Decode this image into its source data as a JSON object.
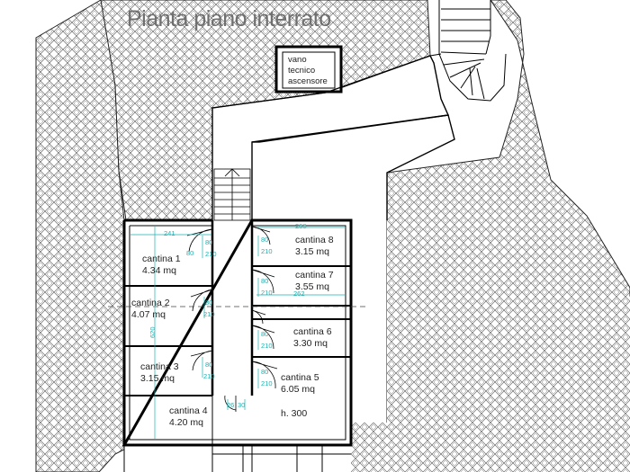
{
  "title": "Pianta piano interrato",
  "elevator": {
    "l1": "vano",
    "l2": "tecnico",
    "l3": "ascensore"
  },
  "rooms": [
    {
      "name": "cantina 1",
      "area": "4.34 mq"
    },
    {
      "name": "cantina 2",
      "area": "4.07 mq"
    },
    {
      "name": "cantina 3",
      "area": "3.15 mq"
    },
    {
      "name": "cantina 4",
      "area": "4.20 mq"
    },
    {
      "name": "cantina 5",
      "area": "6.05 mq"
    },
    {
      "name": "cantina 6",
      "area": "3.30 mq"
    },
    {
      "name": "cantina 7",
      "area": "3.55 mq"
    },
    {
      "name": "cantina 8",
      "area": "3.15 mq"
    }
  ],
  "height_note": "h. 300",
  "dims": {
    "w241": "241",
    "w266": "266",
    "w262": "262",
    "h620": "620",
    "door_w": "80",
    "door_h": "210",
    "d_80a": "80",
    "d_210a": "210",
    "d_2630": "26",
    "d_2630b": "30"
  },
  "colors": {
    "wall": "#000000",
    "hatch": "#555555",
    "dimension": "#19b3b3",
    "title": "#6f6f6f"
  }
}
